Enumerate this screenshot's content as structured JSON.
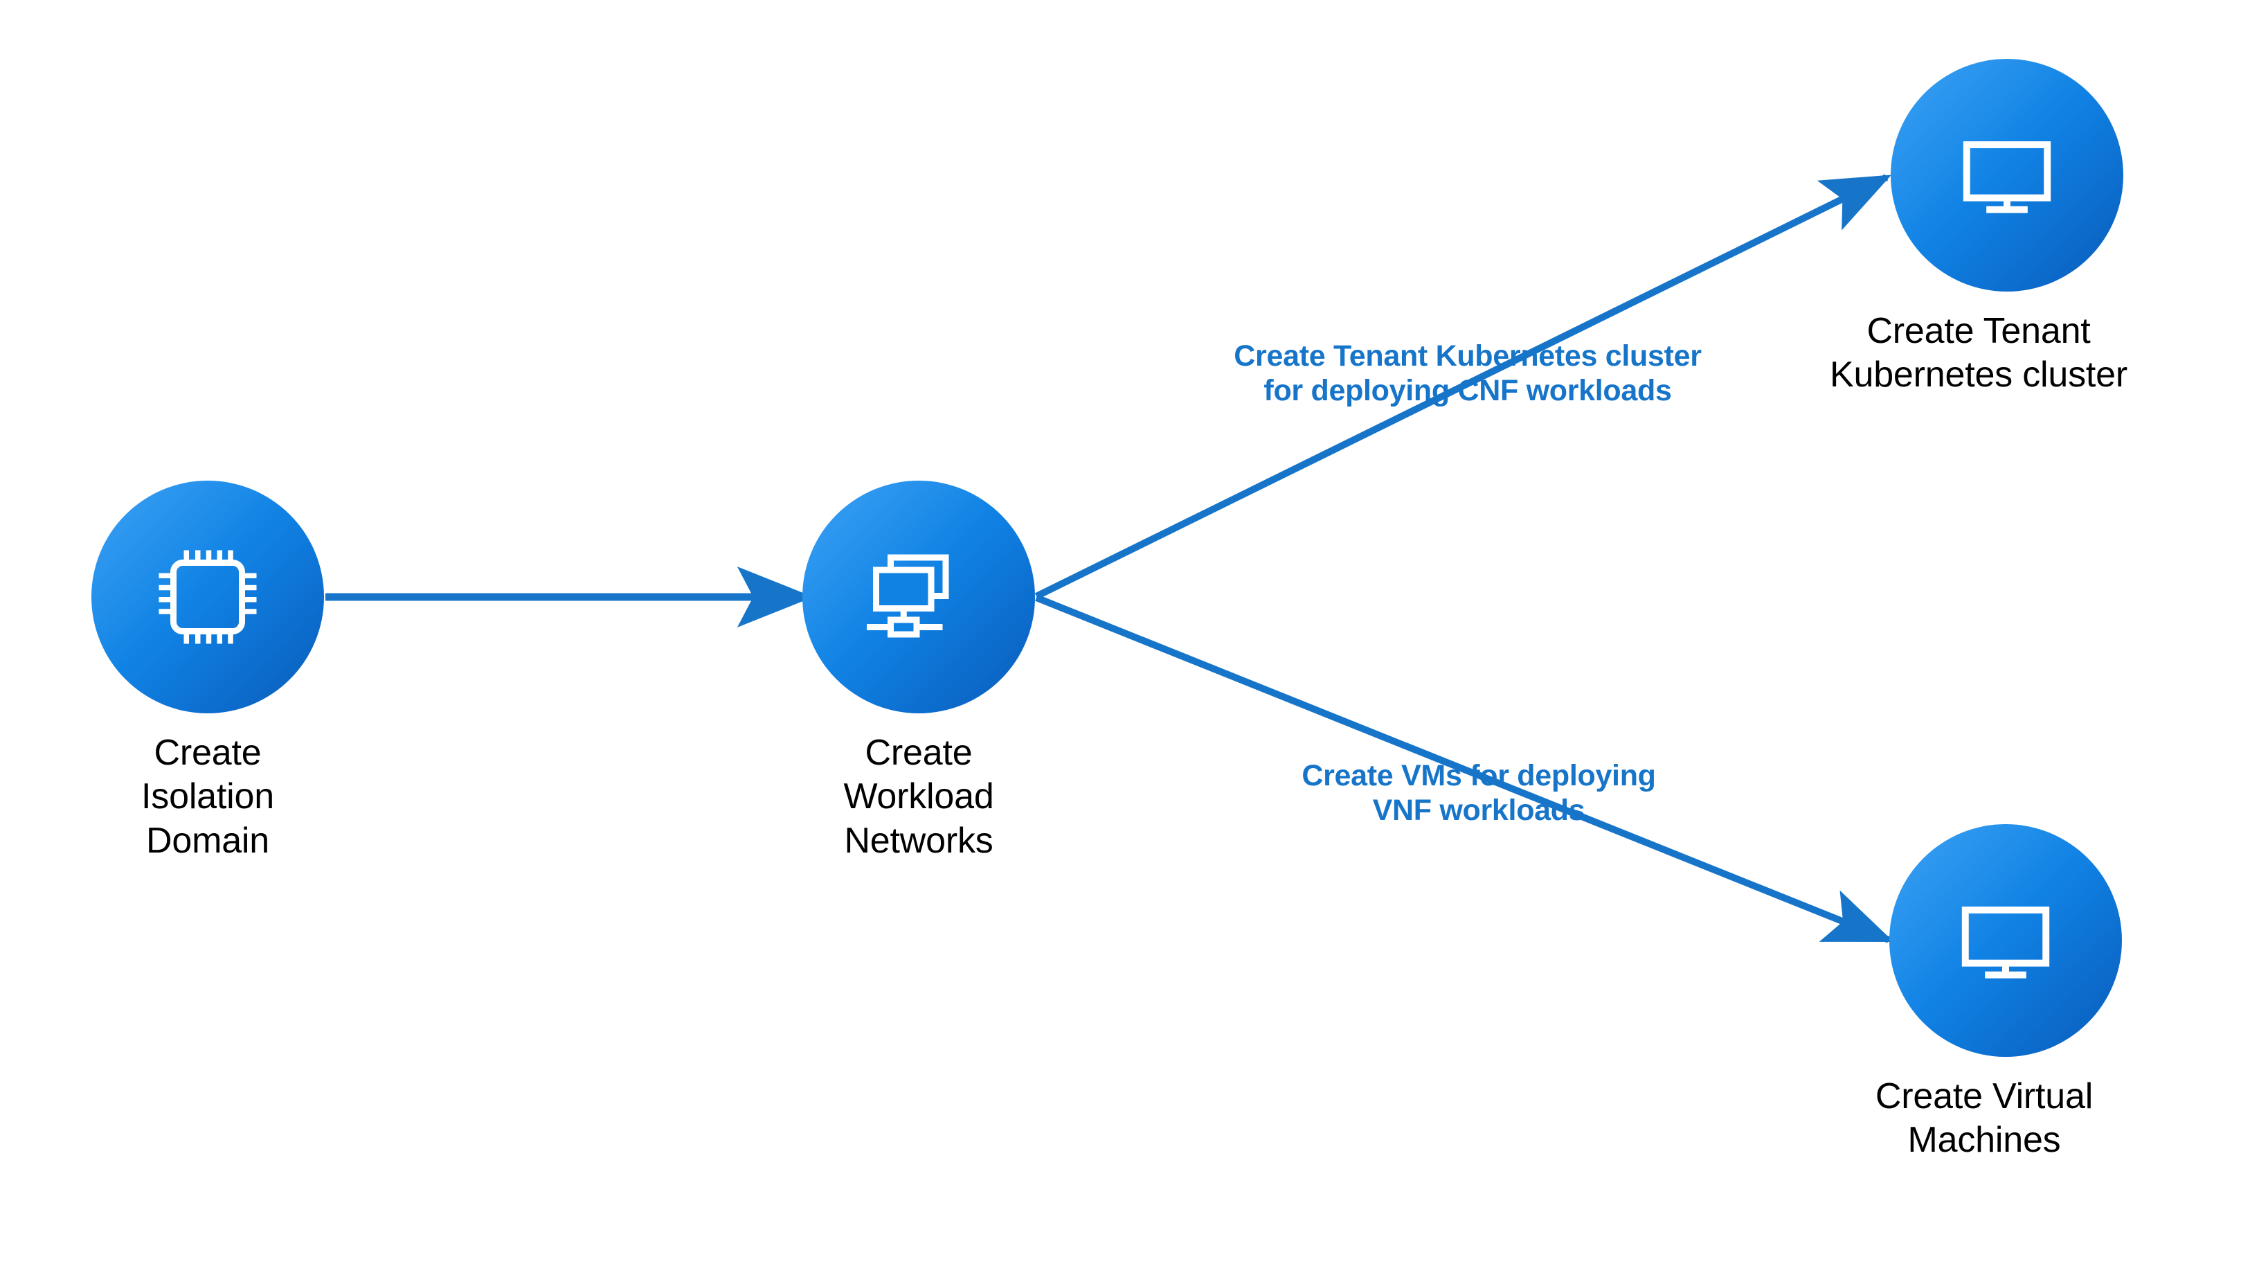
{
  "diagram": {
    "type": "flow-diagram",
    "background": "#ffffff",
    "accent_blue": "#1775C9",
    "node_gradient_from": "#3AA0F3",
    "node_gradient_to": "#0A5CB8",
    "icon_color": "#ffffff",
    "label_color": "#000000",
    "nodes": [
      {
        "id": "isolation-domain",
        "label": "Create\nIsolation\nDomain",
        "icon": "cpu-chip-icon"
      },
      {
        "id": "workload-networks",
        "label": "Create\nWorkload\nNetworks",
        "icon": "network-monitors-icon"
      },
      {
        "id": "tenant-kubernetes-cluster",
        "label": "Create Tenant\nKubernetes cluster",
        "icon": "monitor-icon"
      },
      {
        "id": "virtual-machines",
        "label": "Create Virtual\nMachines",
        "icon": "monitor-icon"
      }
    ],
    "edges": [
      {
        "id": "isolation-to-workload",
        "from": "isolation-domain",
        "to": "workload-networks",
        "label": ""
      },
      {
        "id": "workload-to-tenant-k8s",
        "from": "workload-networks",
        "to": "tenant-kubernetes-cluster",
        "label": "Create Tenant Kubernetes cluster\nfor deploying CNF workloads"
      },
      {
        "id": "workload-to-vms",
        "from": "workload-networks",
        "to": "virtual-machines",
        "label": "Create VMs for deploying\nVNF workloads"
      }
    ]
  }
}
